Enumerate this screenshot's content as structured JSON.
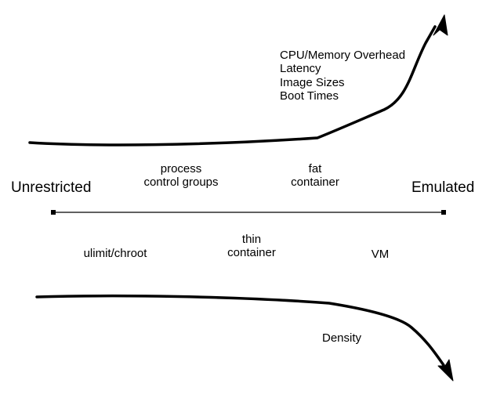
{
  "spectrum": {
    "left_label": "Unrestricted",
    "right_label": "Emulated"
  },
  "above_axis": [
    {
      "id": "process-control-groups",
      "lines": [
        "process",
        "control groups"
      ]
    },
    {
      "id": "fat-container",
      "lines": [
        "fat",
        "container"
      ]
    }
  ],
  "below_axis": [
    {
      "id": "ulimit-chroot",
      "lines": [
        "ulimit/chroot"
      ]
    },
    {
      "id": "thin-container",
      "lines": [
        "thin",
        "container"
      ]
    },
    {
      "id": "vm",
      "lines": [
        "VM"
      ]
    }
  ],
  "rising_curve": {
    "labels": [
      "CPU/Memory Overhead",
      "Latency",
      "Image Sizes",
      "Boot Times"
    ]
  },
  "falling_curve": {
    "label": "Density"
  }
}
